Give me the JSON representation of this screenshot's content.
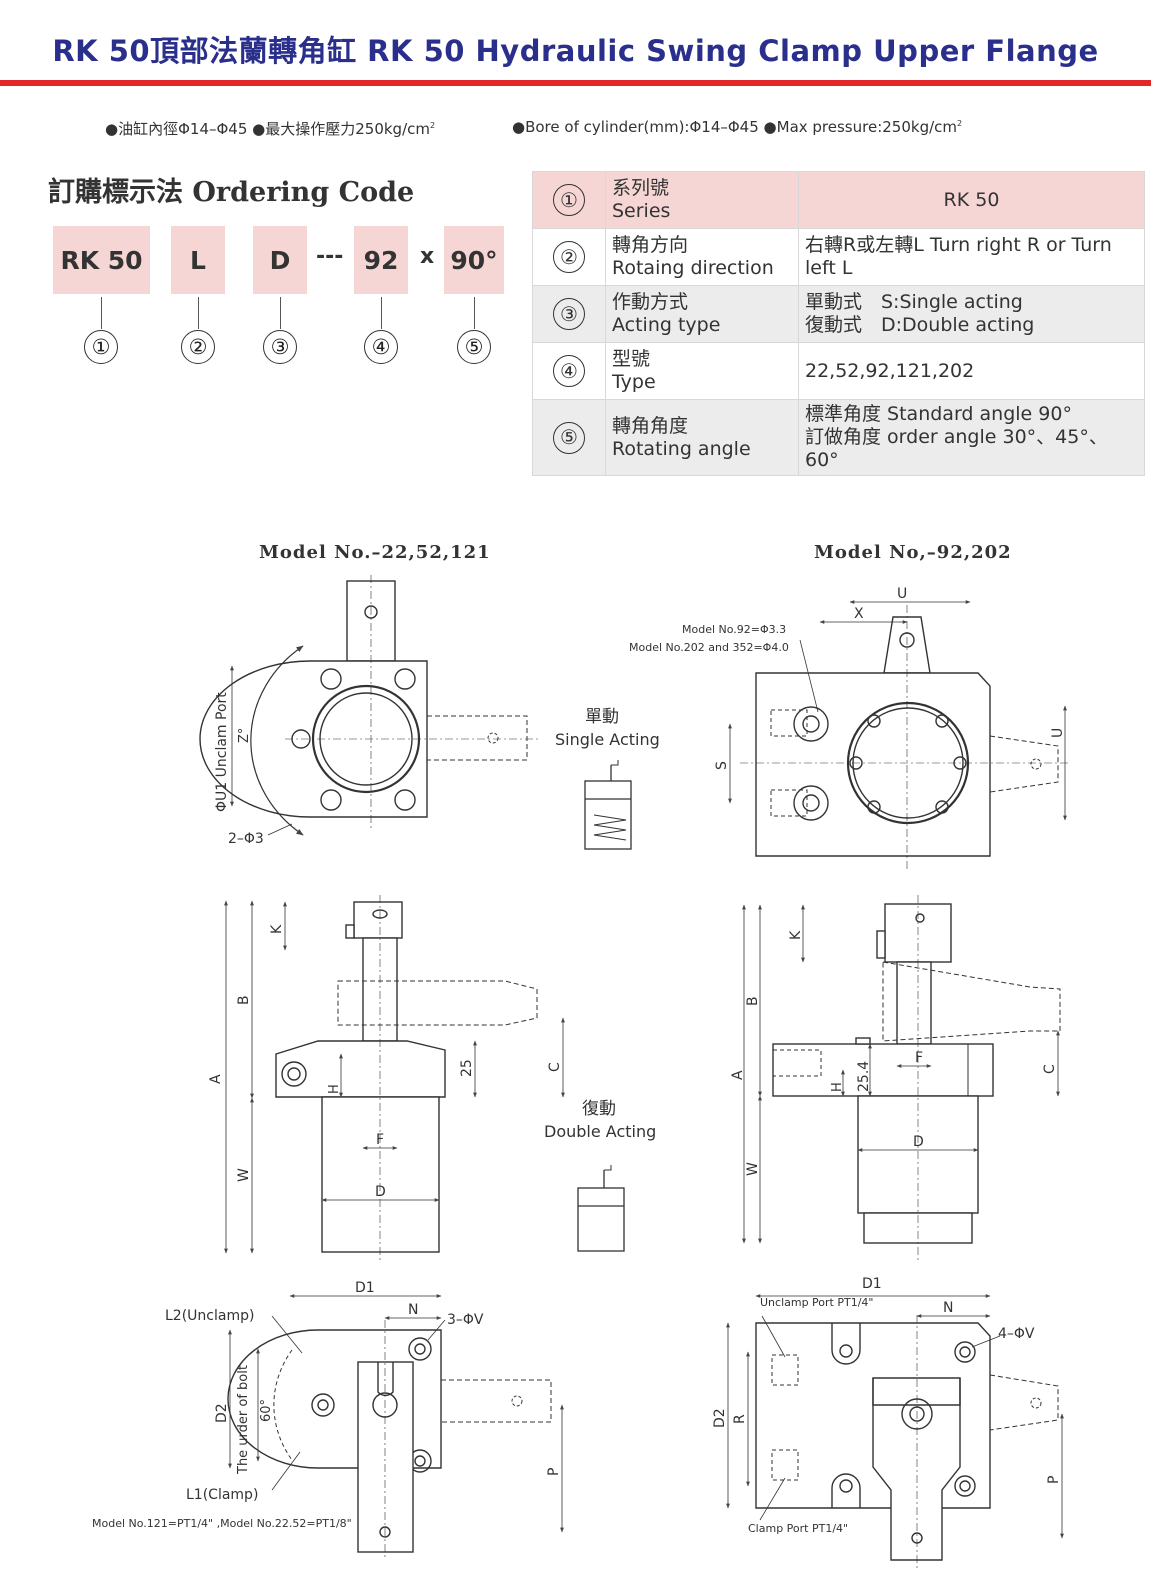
{
  "title": "RK 50頂部法蘭轉角缸 RK 50 Hydraulic Swing Clamp Upper Flange",
  "specs": {
    "cn": "●油缸內徑Φ14–Φ45 ●最大操作壓力250kg/cm",
    "en": "●Bore of cylinder(mm):Φ14–Φ45 ●Max pressure:250kg/cm",
    "superscript": "2"
  },
  "ordering": {
    "title": "訂購標示法 Ordering Code",
    "codes": [
      "RK 50",
      "L",
      "D",
      "92",
      "90°"
    ],
    "separator_dash": "---",
    "separator_x": "x",
    "numbers": [
      "①",
      "②",
      "③",
      "④",
      "⑤"
    ]
  },
  "spec_table": {
    "rows": [
      {
        "num": "①",
        "item_cn": "系列號",
        "item_en": "Series",
        "value": [
          "RK 50"
        ]
      },
      {
        "num": "②",
        "item_cn": "轉角方向",
        "item_en": "Rotaing direction",
        "value": [
          "右轉R或左轉L Turn right R or Turn",
          "left L"
        ]
      },
      {
        "num": "③",
        "item_cn": "作動方式",
        "item_en": "Acting type",
        "value": [
          "單動式　S:Single acting",
          "復動式　D:Double acting"
        ]
      },
      {
        "num": "④",
        "item_cn": "型號",
        "item_en": "Type",
        "value": [
          "22,52,92,121,202"
        ]
      },
      {
        "num": "⑤",
        "item_cn": "轉角角度",
        "item_en": "Rotating angle",
        "value": [
          "標準角度 Standard angle 90°",
          "訂做角度 order angle 30°、45°、60°"
        ]
      }
    ]
  },
  "models": {
    "left": "Model No.–22,52,121",
    "right": "Model No,–92,202"
  },
  "labels": {
    "single_cn": "單動",
    "single_en": "Single Acting",
    "double_cn": "復動",
    "double_en": "Double Acting",
    "u1_port": "ΦU1 Unclam Port",
    "z_angle": "Z°",
    "holes_2": "2–Φ3",
    "note_92": "Model No.92=Φ3.3",
    "note_202": "Model No.202 and  352=Φ4.0",
    "dim_u": "U",
    "dim_x": "X",
    "dim_s": "S",
    "dim_k": "K",
    "dim_b": "B",
    "dim_a": "A",
    "dim_w": "W",
    "dim_c": "C",
    "dim_h": "H",
    "dim_f": "F",
    "dim_d": "D",
    "dim_25": "25",
    "dim_254": "25.4",
    "dim_d1": "D1",
    "dim_n": "N",
    "dim_d2": "D2",
    "dim_p": "P",
    "dim_r": "R",
    "dim_60": "60°",
    "holes_3v": "3–ΦV",
    "holes_4v": "4–ΦV",
    "l2": "L2(Unclamp)",
    "l1": "L1(Clamp)",
    "bolt_order": "The urder of bolt",
    "port_note": "Model No.121=PT1/4\" ,Model No.22.52=PT1/8\"",
    "unclamp_port": "Unclamp Port PT1/4\"",
    "clamp_port": "Clamp Port PT1/4\""
  }
}
